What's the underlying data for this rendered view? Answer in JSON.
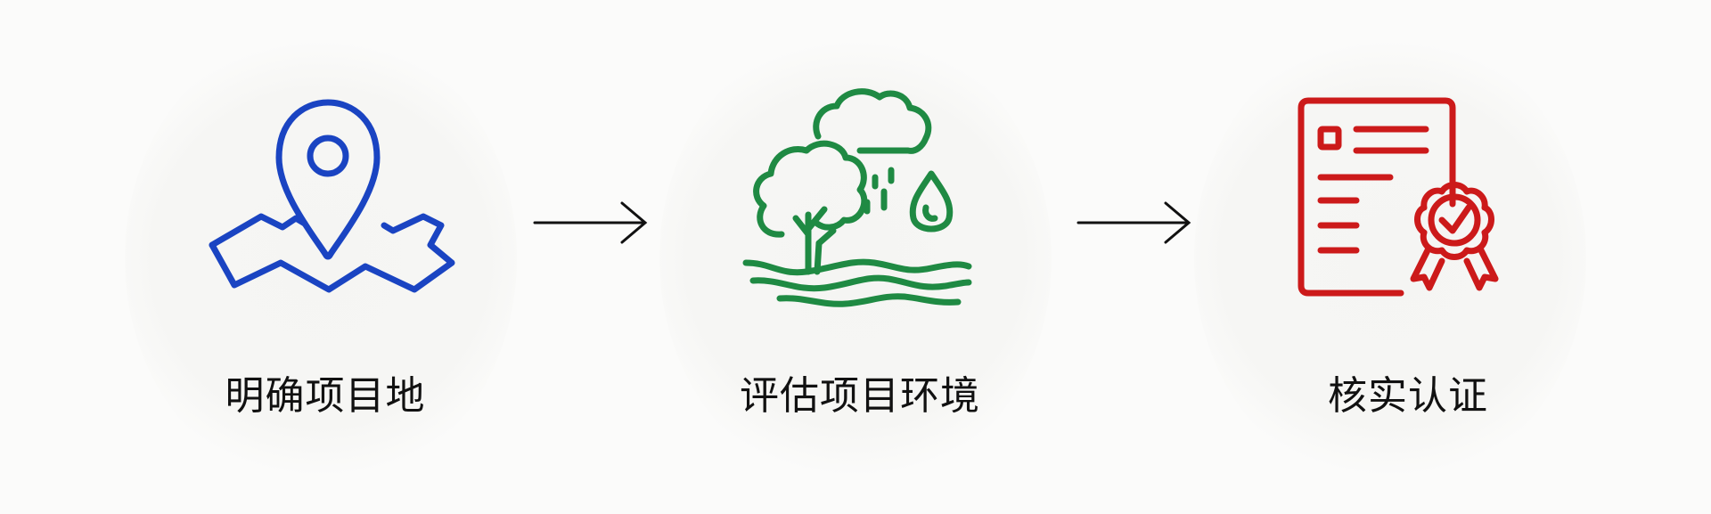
{
  "colors": {
    "step1": "#1a44c2",
    "step2": "#1f8a43",
    "step3": "#cc1a1a",
    "arrow": "#111111",
    "text": "#111111"
  },
  "steps": [
    {
      "label": "明确项目地",
      "icon": "map-pin-icon"
    },
    {
      "label": "评估项目环境",
      "icon": "nature-environment-icon"
    },
    {
      "label": "核实认证",
      "icon": "certificate-icon"
    }
  ],
  "arrows": [
    "arrow-right-icon",
    "arrow-right-icon"
  ]
}
